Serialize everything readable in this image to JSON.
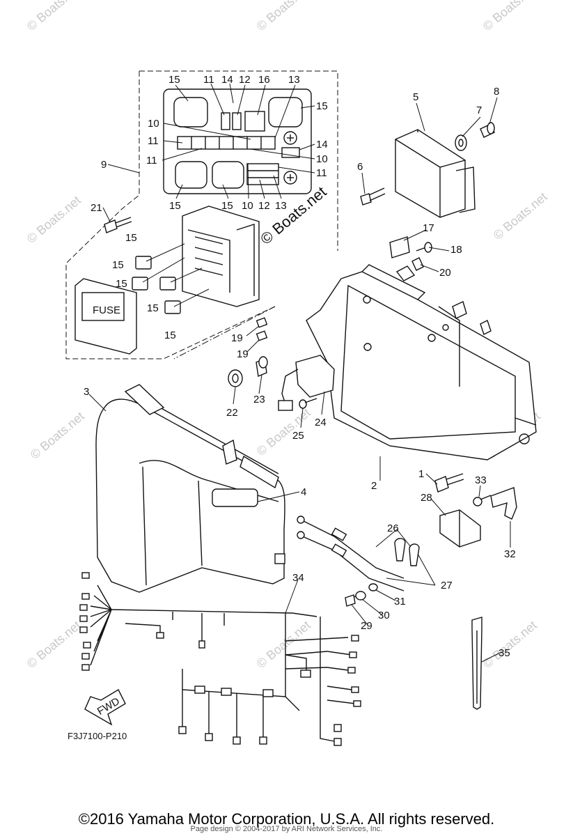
{
  "diagram": {
    "part_numbers": [
      "1",
      "2",
      "3",
      "4",
      "5",
      "6",
      "7",
      "8",
      "9",
      "10",
      "11",
      "12",
      "13",
      "14",
      "15",
      "16",
      "17",
      "18",
      "19",
      "20",
      "21",
      "22",
      "23",
      "24",
      "25",
      "26",
      "27",
      "28",
      "29",
      "30",
      "31",
      "32",
      "33",
      "34",
      "35"
    ],
    "fuse_box_text": "FUSE",
    "fwd_text": "FWD",
    "drawing_code": "F3J7100-P210",
    "watermark": "© Boats.net"
  },
  "footer": {
    "copyright": "©2016 Yamaha Motor Corporation, U.S.A. All rights reserved.",
    "page_design": "Page design © 2004-2017 by ARI Network Services, Inc."
  }
}
